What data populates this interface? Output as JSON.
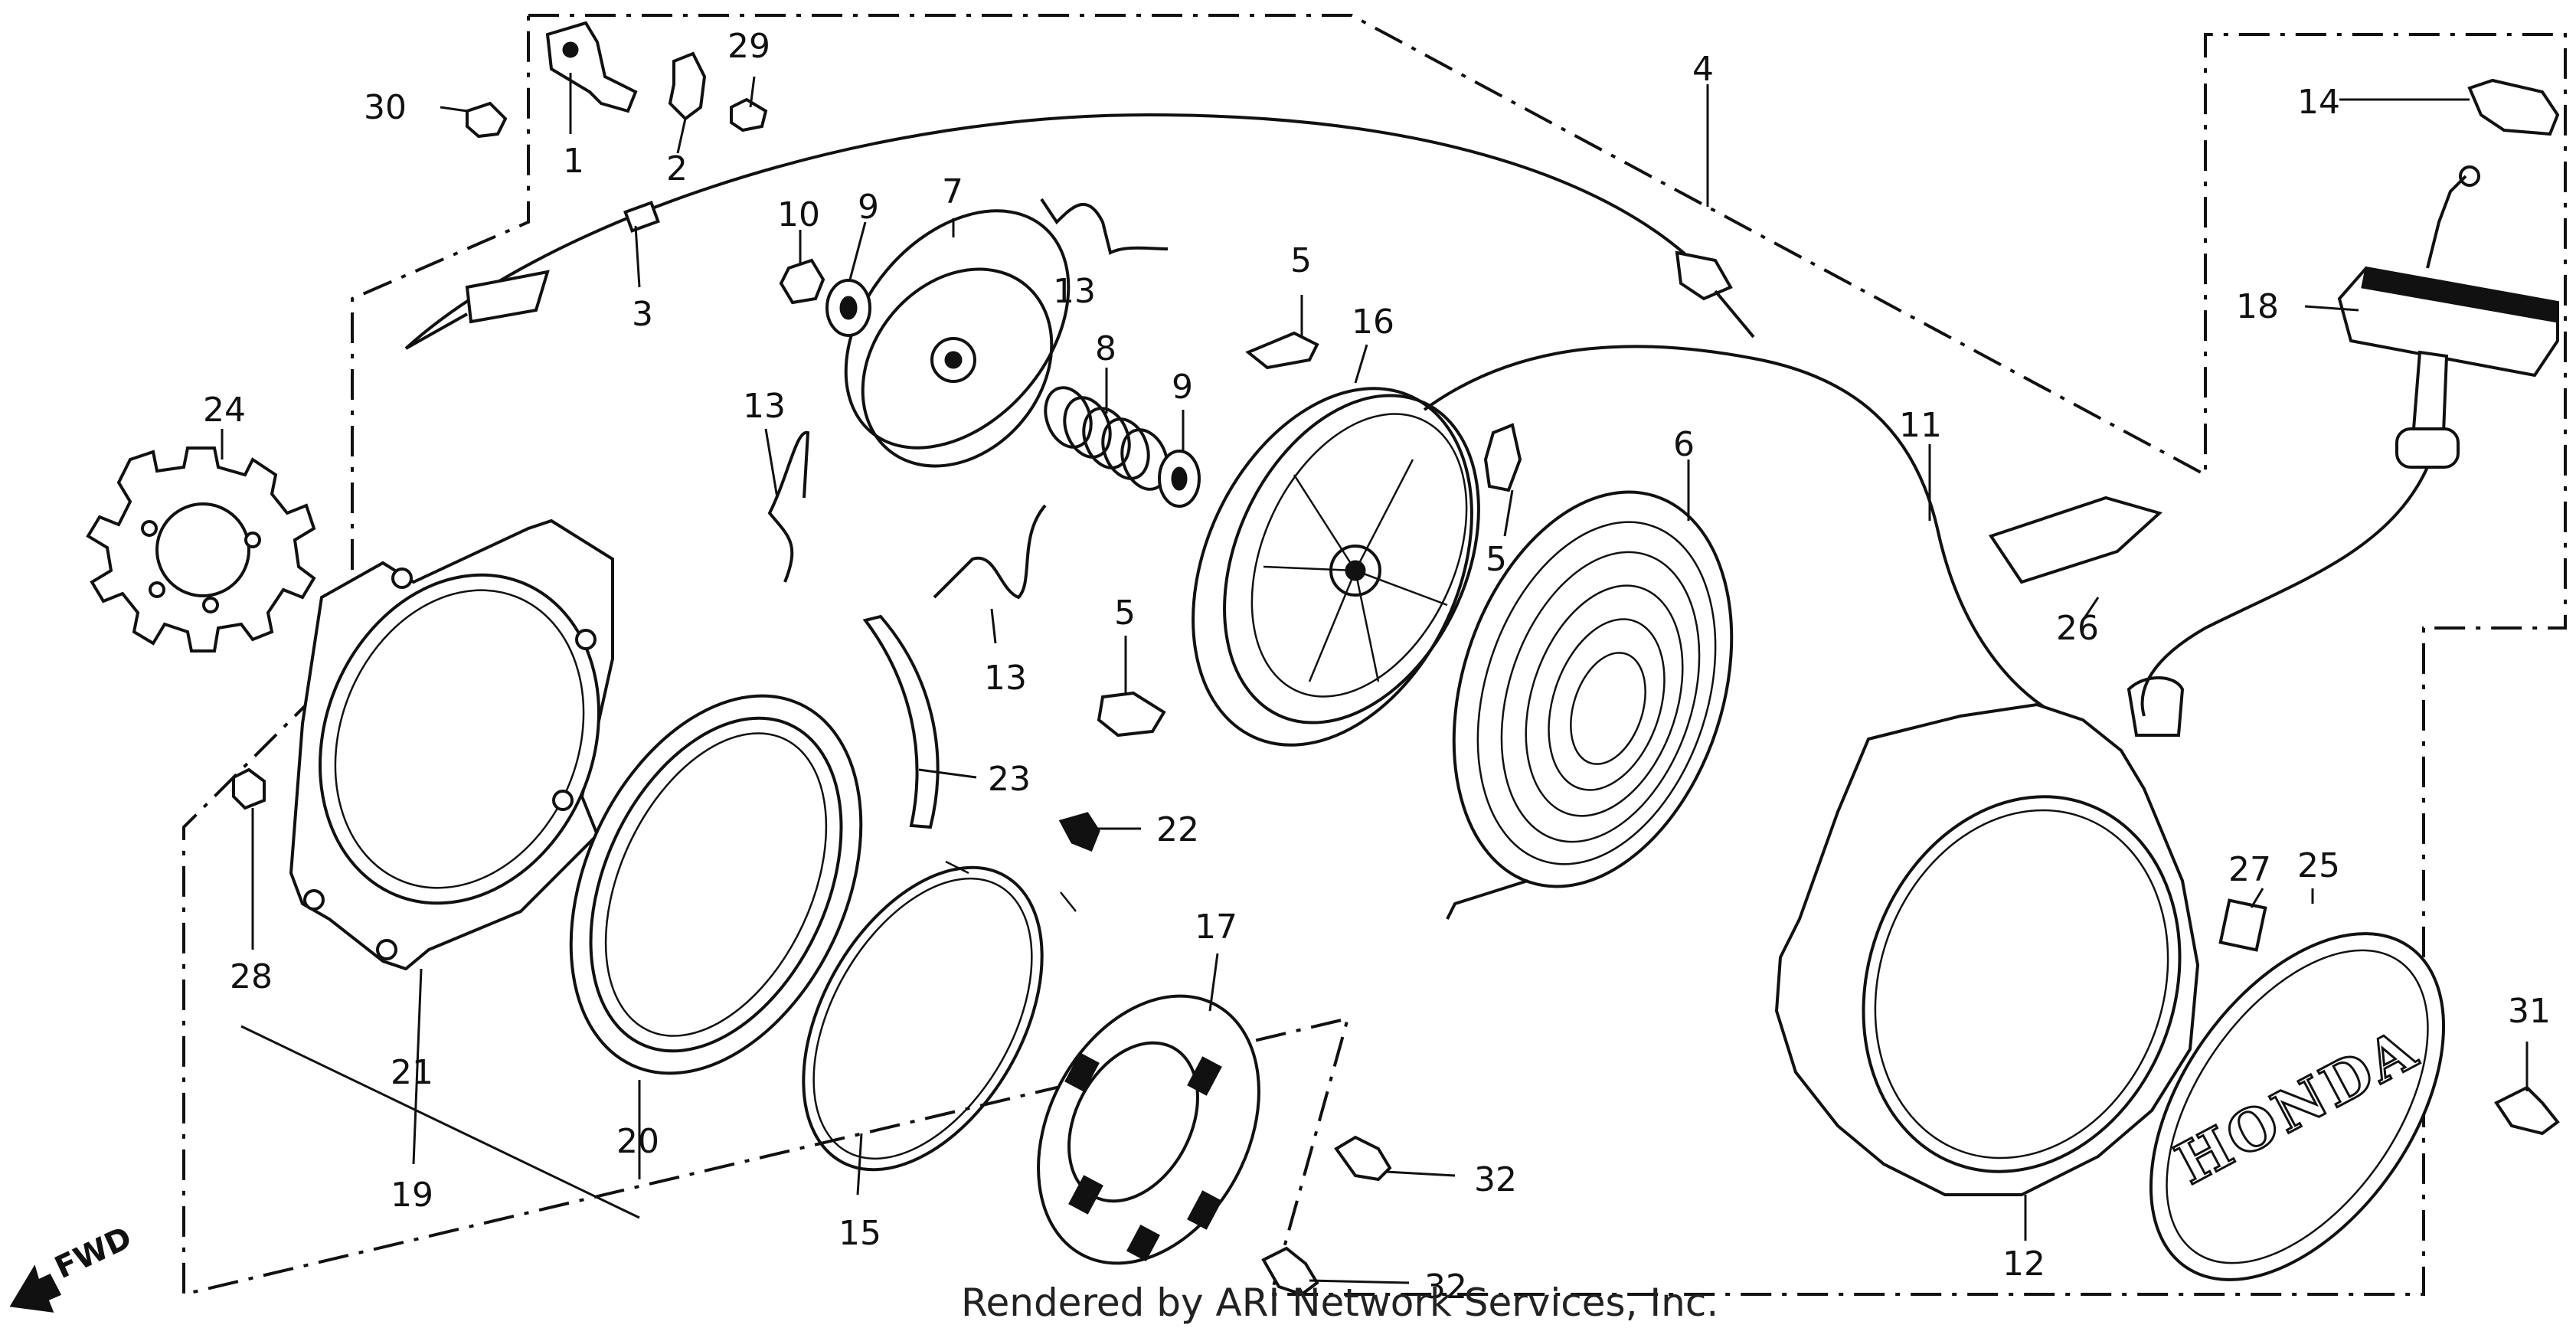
{
  "labels": {
    "p1": "1",
    "p2": "2",
    "p3": "3",
    "p4": "4",
    "p5a": "5",
    "p5b": "5",
    "p5c": "5",
    "p6": "6",
    "p7": "7",
    "p8": "8",
    "p9a": "9",
    "p9b": "9",
    "p10": "10",
    "p11": "11",
    "p12": "12",
    "p13a": "13",
    "p13b": "13",
    "p13c": "13",
    "p14": "14",
    "p15": "15",
    "p16": "16",
    "p17": "17",
    "p18": "18",
    "p19": "19",
    "p20": "20",
    "p21": "21",
    "p22": "22",
    "p23": "23",
    "p24": "24",
    "p25": "25",
    "p26": "26",
    "p27": "27",
    "p28": "28",
    "p29": "29",
    "p30": "30",
    "p31": "31",
    "p32a": "32",
    "p32b": "32"
  },
  "fwd_label": "FWD",
  "emblem_text": "HONDA",
  "watermark": "Rendered by ARI Network Services, Inc."
}
